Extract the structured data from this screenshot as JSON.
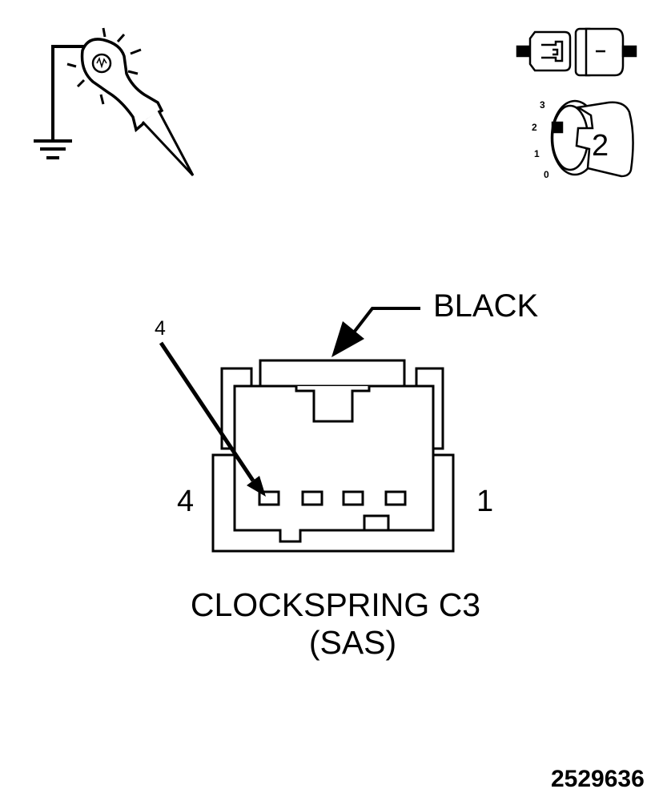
{
  "connector": {
    "color_label": "BLACK",
    "pin_callout": "4",
    "pin_left": "4",
    "pin_right": "1",
    "cavities": 4
  },
  "title": {
    "line1": "CLOCKSPRING C3",
    "line2": "(SAS)"
  },
  "figure_number": "2529636",
  "ignition_key": {
    "positions": [
      "3",
      "2",
      "1",
      "0"
    ],
    "setting": "2"
  },
  "icons": [
    "test-light-to-ground-icon",
    "connector-disconnected-icon",
    "ignition-key-icon"
  ]
}
